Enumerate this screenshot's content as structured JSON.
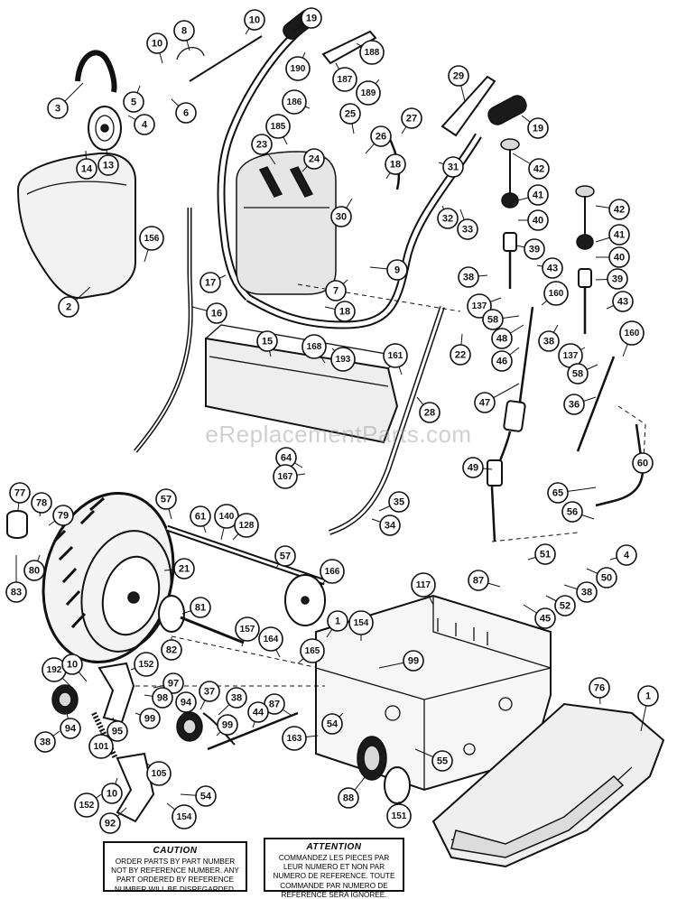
{
  "diagram": {
    "watermark": "eReplacementParts.com",
    "parts": [
      {
        "id": "p19a",
        "label": "19"
      },
      {
        "id": "p188",
        "label": "188"
      },
      {
        "id": "p190",
        "label": "190"
      },
      {
        "id": "p187",
        "label": "187"
      },
      {
        "id": "p189",
        "label": "189"
      },
      {
        "id": "p186",
        "label": "186"
      },
      {
        "id": "p185",
        "label": "185"
      },
      {
        "id": "p25",
        "label": "25"
      },
      {
        "id": "p26",
        "label": "26"
      },
      {
        "id": "p23",
        "label": "23"
      },
      {
        "id": "p24",
        "label": "24"
      },
      {
        "id": "p8",
        "label": "8"
      },
      {
        "id": "p10a",
        "label": "10"
      },
      {
        "id": "p10b",
        "label": "10"
      },
      {
        "id": "p3",
        "label": "3"
      },
      {
        "id": "p5",
        "label": "5"
      },
      {
        "id": "p6",
        "label": "6"
      },
      {
        "id": "p4a",
        "label": "4"
      },
      {
        "id": "p13",
        "label": "13"
      },
      {
        "id": "p14",
        "label": "14"
      },
      {
        "id": "p156",
        "label": "156"
      },
      {
        "id": "p2",
        "label": "2"
      },
      {
        "id": "p29",
        "label": "29"
      },
      {
        "id": "p19b",
        "label": "19"
      },
      {
        "id": "p27",
        "label": "27"
      },
      {
        "id": "p18a",
        "label": "18"
      },
      {
        "id": "p31",
        "label": "31"
      },
      {
        "id": "p42a",
        "label": "42"
      },
      {
        "id": "p41a",
        "label": "41"
      },
      {
        "id": "p40a",
        "label": "40"
      },
      {
        "id": "p32",
        "label": "32"
      },
      {
        "id": "p33",
        "label": "33"
      },
      {
        "id": "p30",
        "label": "30"
      },
      {
        "id": "p9",
        "label": "9"
      },
      {
        "id": "p7",
        "label": "7"
      },
      {
        "id": "p18b",
        "label": "18"
      },
      {
        "id": "p17",
        "label": "17"
      },
      {
        "id": "p16",
        "label": "16"
      },
      {
        "id": "p39a",
        "label": "39"
      },
      {
        "id": "p43a",
        "label": "43"
      },
      {
        "id": "p38a",
        "label": "38"
      },
      {
        "id": "p137a",
        "label": "137"
      },
      {
        "id": "p160a",
        "label": "160"
      },
      {
        "id": "p58a",
        "label": "58"
      },
      {
        "id": "p48",
        "label": "48"
      },
      {
        "id": "p46",
        "label": "46"
      },
      {
        "id": "p42b",
        "label": "42"
      },
      {
        "id": "p41b",
        "label": "41"
      },
      {
        "id": "p40b",
        "label": "40"
      },
      {
        "id": "p39b",
        "label": "39"
      },
      {
        "id": "p43b",
        "label": "43"
      },
      {
        "id": "p38b",
        "label": "38"
      },
      {
        "id": "p160b",
        "label": "160"
      },
      {
        "id": "p137b",
        "label": "137"
      },
      {
        "id": "p58b",
        "label": "58"
      },
      {
        "id": "p15",
        "label": "15"
      },
      {
        "id": "p168",
        "label": "168"
      },
      {
        "id": "p193",
        "label": "193"
      },
      {
        "id": "p161",
        "label": "161"
      },
      {
        "id": "p22",
        "label": "22"
      },
      {
        "id": "p47",
        "label": "47"
      },
      {
        "id": "p36",
        "label": "36"
      },
      {
        "id": "p28",
        "label": "28"
      },
      {
        "id": "p64",
        "label": "64"
      },
      {
        "id": "p167",
        "label": "167"
      },
      {
        "id": "p49",
        "label": "49"
      },
      {
        "id": "p60",
        "label": "60"
      },
      {
        "id": "p65",
        "label": "65"
      },
      {
        "id": "p35",
        "label": "35"
      },
      {
        "id": "p34",
        "label": "34"
      },
      {
        "id": "p56",
        "label": "56"
      },
      {
        "id": "p77",
        "label": "77"
      },
      {
        "id": "p78",
        "label": "78"
      },
      {
        "id": "p79",
        "label": "79"
      },
      {
        "id": "p57a",
        "label": "57"
      },
      {
        "id": "p61",
        "label": "61"
      },
      {
        "id": "p140",
        "label": "140"
      },
      {
        "id": "p128",
        "label": "128"
      },
      {
        "id": "p57b",
        "label": "57"
      },
      {
        "id": "p80",
        "label": "80"
      },
      {
        "id": "p83",
        "label": "83"
      },
      {
        "id": "p21",
        "label": "21"
      },
      {
        "id": "p166",
        "label": "166"
      },
      {
        "id": "p51",
        "label": "51"
      },
      {
        "id": "p4b",
        "label": "4"
      },
      {
        "id": "p50",
        "label": "50"
      },
      {
        "id": "p87a",
        "label": "87"
      },
      {
        "id": "p38c",
        "label": "38"
      },
      {
        "id": "p52",
        "label": "52"
      },
      {
        "id": "p45",
        "label": "45"
      },
      {
        "id": "p117",
        "label": "117"
      },
      {
        "id": "p81",
        "label": "81"
      },
      {
        "id": "p1a",
        "label": "1"
      },
      {
        "id": "p154a",
        "label": "154"
      },
      {
        "id": "p157",
        "label": "157"
      },
      {
        "id": "p82",
        "label": "82"
      },
      {
        "id": "p164",
        "label": "164"
      },
      {
        "id": "p165",
        "label": "165"
      },
      {
        "id": "p99a",
        "label": "99"
      },
      {
        "id": "p192",
        "label": "192"
      },
      {
        "id": "p10c",
        "label": "10"
      },
      {
        "id": "p152a",
        "label": "152"
      },
      {
        "id": "p97",
        "label": "97"
      },
      {
        "id": "p98",
        "label": "98"
      },
      {
        "id": "p94a",
        "label": "94"
      },
      {
        "id": "p37",
        "label": "37"
      },
      {
        "id": "p38d",
        "label": "38"
      },
      {
        "id": "p87b",
        "label": "87"
      },
      {
        "id": "p76",
        "label": "76"
      },
      {
        "id": "p1b",
        "label": "1"
      },
      {
        "id": "p99b",
        "label": "99"
      },
      {
        "id": "p94b",
        "label": "94"
      },
      {
        "id": "p95",
        "label": "95"
      },
      {
        "id": "p99c",
        "label": "99"
      },
      {
        "id": "p44",
        "label": "44"
      },
      {
        "id": "p54a",
        "label": "54"
      },
      {
        "id": "p38e",
        "label": "38"
      },
      {
        "id": "p101",
        "label": "101"
      },
      {
        "id": "p163",
        "label": "163"
      },
      {
        "id": "p55",
        "label": "55"
      },
      {
        "id": "p105",
        "label": "105"
      },
      {
        "id": "p152b",
        "label": "152"
      },
      {
        "id": "p10d",
        "label": "10"
      },
      {
        "id": "p54b",
        "label": "54"
      },
      {
        "id": "p92",
        "label": "92"
      },
      {
        "id": "p154b",
        "label": "154"
      },
      {
        "id": "p88",
        "label": "88"
      },
      {
        "id": "p151",
        "label": "151"
      }
    ]
  },
  "notices": {
    "caution": {
      "title": "CAUTION",
      "body": "ORDER PARTS BY PART NUMBER NOT BY REFERENCE NUMBER. ANY PART ORDERED BY REFERENCE NUMBER WILL BE DISREGARDED."
    },
    "attention": {
      "title": "ATTENTION",
      "body": "COMMANDEZ LES PIECES PAR LEUR NUMERO ET NON PAR NUMERO DE REFERENCE. TOUTE COMMANDE PAR NUMERO DE REFERENCE SERA IGNOREE."
    }
  }
}
